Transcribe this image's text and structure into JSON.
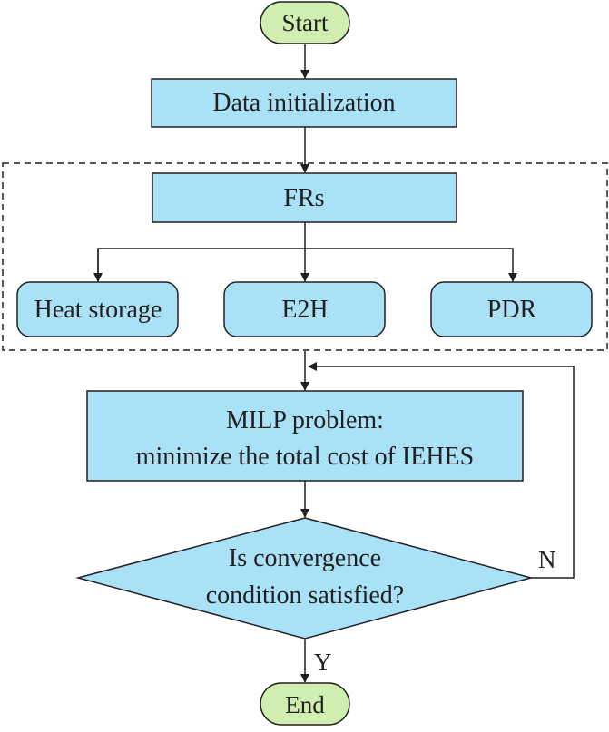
{
  "colors": {
    "terminal_fill": "#cfeeb0",
    "process_fill": "#a9e1f6",
    "stroke": "#231f20",
    "background": "#ffffff"
  },
  "nodes": {
    "start": "Start",
    "data_init": "Data initialization",
    "frs": "FRs",
    "heat_storage": "Heat storage",
    "e2h": "E2H",
    "pdr": "PDR",
    "milp_line1": "MILP problem:",
    "milp_line2": "minimize the total cost of IEHES",
    "decision_line1": "Is convergence",
    "decision_line2": "condition satisfied?",
    "end": "End"
  },
  "edge_labels": {
    "no": "N",
    "yes": "Y"
  }
}
